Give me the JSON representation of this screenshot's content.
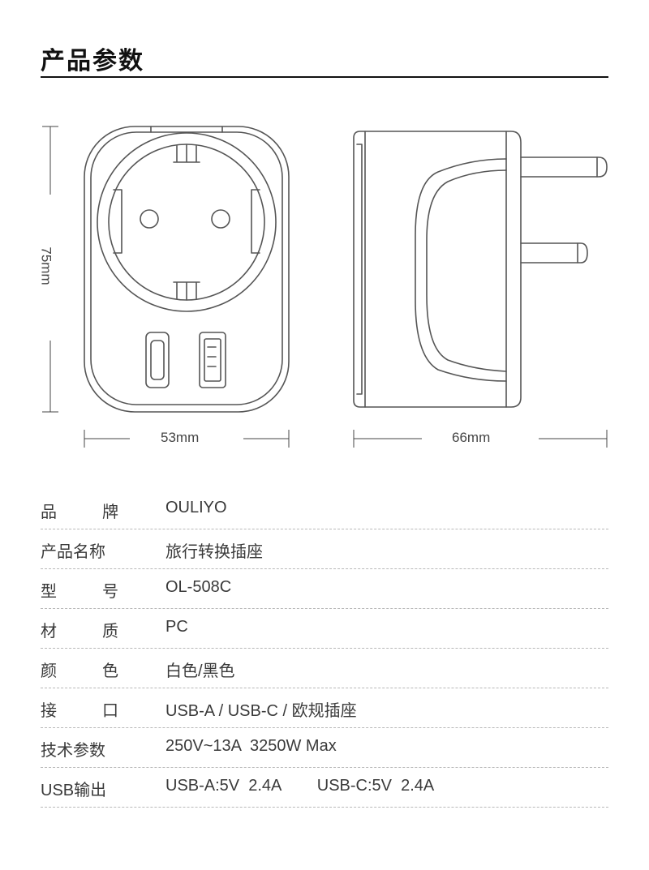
{
  "header": {
    "title": "产品参数"
  },
  "dimensions": {
    "height": "75mm",
    "width": "53mm",
    "depth": "66mm"
  },
  "specs": [
    {
      "label": "品牌",
      "value": "OULIYO"
    },
    {
      "label": "产品名称",
      "value": "旅行转换插座"
    },
    {
      "label": "型号",
      "value": "OL-508C"
    },
    {
      "label": "材质",
      "value": "PC"
    },
    {
      "label": "颜色",
      "value": "白色/黑色"
    },
    {
      "label": "接口",
      "value": "USB-A / USB-C / 欧规插座"
    },
    {
      "label": "技术参数",
      "value": "250V~13A  3250W Max"
    },
    {
      "label": "USB输出",
      "value": "USB-A:5V  2.4A        USB-C:5V  2.4A"
    }
  ]
}
